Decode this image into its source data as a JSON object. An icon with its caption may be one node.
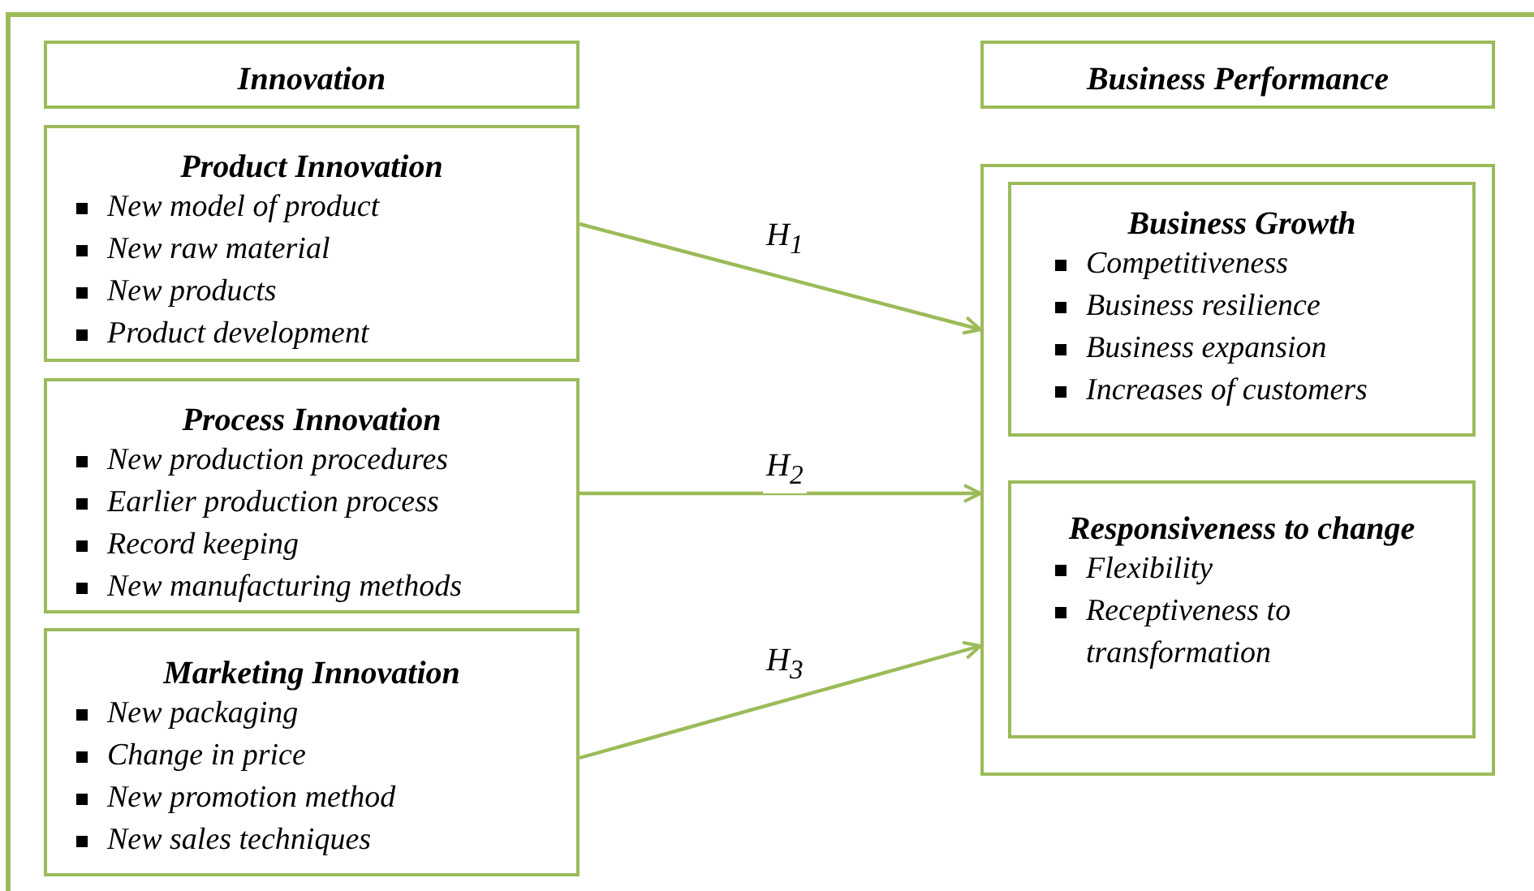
{
  "diagram": {
    "nodes": [
      {
        "text": [
          "Innovation"
        ]
      },
      {
        "text": [
          "Business Performance"
        ]
      },
      {
        "text": [
          "Product Innovation",
          "New model of product",
          "New raw material",
          "New products",
          "Product development"
        ]
      },
      {
        "text": [
          "Process Innovation",
          "New production procedures",
          "Earlier production process",
          "Record keeping",
          "New manufacturing methods"
        ]
      },
      {
        "text": [
          "Marketing Innovation",
          "New packaging",
          "Change in price",
          "New promotion method",
          "New sales techniques"
        ]
      },
      {
        "text": [],
        "shape": "box"
      },
      {
        "text": [
          "Business Growth",
          "Competitiveness",
          "Business resilience",
          "Business expansion",
          "Increases of customers"
        ],
        "in": 5
      },
      {
        "text": [
          "Responsiveness to change",
          "Flexibility",
          "Receptiveness to transformation"
        ],
        "in": 5
      }
    ],
    "edges": [
      {
        "from": 2,
        "to": 5,
        "arrow": "to",
        "label": "H$_{1}$"
      },
      {
        "from": 3,
        "to": 5,
        "arrow": "to",
        "label": "H$_{2}$"
      },
      {
        "from": 4,
        "to": 5,
        "arrow": "to",
        "label": "H$_{3}$"
      }
    ]
  }
}
